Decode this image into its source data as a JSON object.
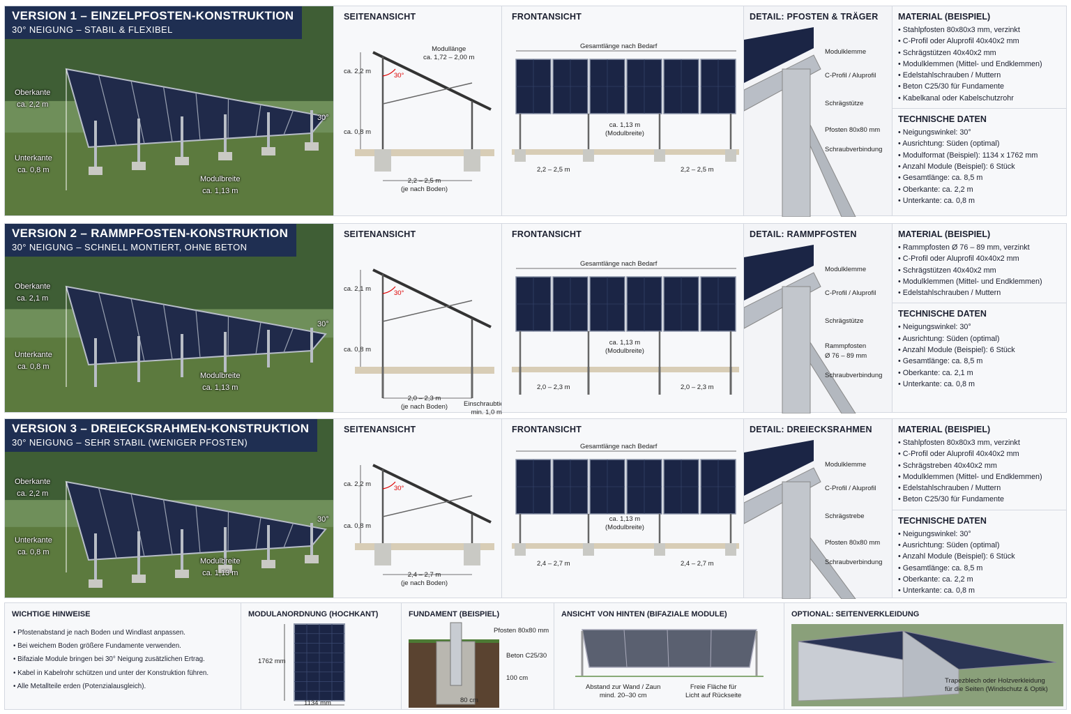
{
  "versions": [
    {
      "title": "VERSION 1 – EINZELPFOSTEN-KONSTRUKTION",
      "subtitle": "30° NEIGUNG – STABIL & FLEXIBEL",
      "photo_labels": {
        "oberkante": "Oberkante",
        "oberkante_val": "ca. 2,2 m",
        "unterkante": "Unterkante",
        "unterkante_val": "ca. 0,8 m",
        "modulbreite": "Modulbreite",
        "modulbreite_val": "ca. 1,13 m",
        "angle": "30°"
      },
      "side": {
        "title": "SEITENANSICHT",
        "height_top": "ca. 2,2 m",
        "height_bottom": "ca. 0,8 m",
        "angle": "30°",
        "module_length_label": "Modullänge",
        "module_length_val": "ca. 1,72 – 2,00 m",
        "span": "2,2 – 2,5 m",
        "span_note": "(je nach Boden)"
      },
      "front": {
        "title": "FRONTANSICHT",
        "total": "Gesamtlänge nach Bedarf",
        "module_width": "ca. 1,13 m",
        "module_width_note": "(Modulbreite)",
        "span_left": "2,2 – 2,5 m",
        "span_right": "2,2 – 2,5 m"
      },
      "detail": {
        "title": "DETAIL: PFOSTEN & TRÄGER",
        "labels": [
          "Modulklemme",
          "C-Profil / Aluprofil",
          "Schrägstütze",
          "Pfosten 80x80 mm",
          "Schraubverbindung"
        ]
      },
      "material": {
        "title": "MATERIAL (BEISPIEL)",
        "items": [
          "Stahlpfosten 80x80x3 mm, verzinkt",
          "C-Profil oder Aluprofil 40x40x2 mm",
          "Schrägstützen 40x40x2 mm",
          "Modulklemmen (Mittel- und Endklemmen)",
          "Edelstahlschrauben / Muttern",
          "Beton C25/30 für Fundamente",
          "Kabelkanal oder Kabelschutzrohr"
        ]
      },
      "tech": {
        "title": "TECHNISCHE DATEN",
        "items": [
          "Neigungswinkel: 30°",
          "Ausrichtung: Süden (optimal)",
          "Modulformat (Beispiel): 1134 x 1762 mm",
          "Anzahl Module (Beispiel): 6 Stück",
          "Gesamtlänge: ca. 8,5 m",
          "Oberkante: ca. 2,2 m",
          "Unterkante: ca. 0,8 m"
        ]
      }
    },
    {
      "title": "VERSION 2 – RAMMPFOSTEN-KONSTRUKTION",
      "subtitle": "30° NEIGUNG – SCHNELL MONTIERT, OHNE BETON",
      "photo_labels": {
        "oberkante": "Oberkante",
        "oberkante_val": "ca. 2,1 m",
        "unterkante": "Unterkante",
        "unterkante_val": "ca. 0,8 m",
        "modulbreite": "Modulbreite",
        "modulbreite_val": "ca. 1,13 m",
        "angle": "30°"
      },
      "side": {
        "title": "SEITENANSICHT",
        "height_top": "ca. 2,1 m",
        "height_bottom": "ca. 0,8 m",
        "angle": "30°",
        "span": "2,0 – 2,3 m",
        "span_note": "(je nach Boden)",
        "depth_label": "Einschraubtiefe",
        "depth_val": "min. 1,0 m"
      },
      "front": {
        "title": "FRONTANSICHT",
        "total": "Gesamtlänge nach Bedarf",
        "module_width": "ca. 1,13 m",
        "module_width_note": "(Modulbreite)",
        "span_left": "2,0 – 2,3 m",
        "span_right": "2,0 – 2,3 m"
      },
      "detail": {
        "title": "DETAIL: RAMMPFOSTEN",
        "labels": [
          "Modulklemme",
          "C-Profil / Aluprofil",
          "Schrägstütze",
          "Rammpfosten",
          "Ø 76 – 89 mm",
          "Schraubverbindung"
        ]
      },
      "material": {
        "title": "MATERIAL (BEISPIEL)",
        "items": [
          "Rammpfosten Ø 76 – 89 mm, verzinkt",
          "C-Profil oder Aluprofil 40x40x2 mm",
          "Schrägstützen 40x40x2 mm",
          "Modulklemmen (Mittel- und Endklemmen)",
          "Edelstahlschrauben / Muttern"
        ]
      },
      "tech": {
        "title": "TECHNISCHE DATEN",
        "items": [
          "Neigungswinkel: 30°",
          "Ausrichtung: Süden (optimal)",
          "Anzahl Module (Beispiel): 6 Stück",
          "Gesamtlänge: ca. 8,5 m",
          "Oberkante: ca. 2,1 m",
          "Unterkante: ca. 0,8 m"
        ]
      }
    },
    {
      "title": "VERSION 3 – DREIECKSRAHMEN-KONSTRUKTION",
      "subtitle": "30° NEIGUNG – SEHR STABIL (WENIGER PFOSTEN)",
      "photo_labels": {
        "oberkante": "Oberkante",
        "oberkante_val": "ca. 2,2 m",
        "unterkante": "Unterkante",
        "unterkante_val": "ca. 0,8 m",
        "modulbreite": "Modulbreite",
        "modulbreite_val": "ca. 1,13 m",
        "angle": "30°"
      },
      "side": {
        "title": "SEITENANSICHT",
        "height_top": "ca. 2,2 m",
        "height_bottom": "ca. 0,8 m",
        "angle": "30°",
        "span": "2,4 – 2,7 m",
        "span_note": "(je nach Boden)"
      },
      "front": {
        "title": "FRONTANSICHT",
        "total": "Gesamtlänge nach Bedarf",
        "module_width": "ca. 1,13 m",
        "module_width_note": "(Modulbreite)",
        "span_left": "2,4 – 2,7 m",
        "span_right": "2,4 – 2,7 m"
      },
      "detail": {
        "title": "DETAIL: DREIECKSRAHMEN",
        "labels": [
          "Modulklemme",
          "C-Profil / Aluprofil",
          "Schrägstrebe",
          "Pfosten 80x80 mm",
          "Schraubverbindung"
        ]
      },
      "material": {
        "title": "MATERIAL (BEISPIEL)",
        "items": [
          "Stahlpfosten 80x80x3 mm, verzinkt",
          "C-Profil oder Aluprofil 40x40x2 mm",
          "Schrägstreben 40x40x2 mm",
          "Modulklemmen (Mittel- und Endklemmen)",
          "Edelstahlschrauben / Muttern",
          "Beton C25/30 für Fundamente"
        ]
      },
      "tech": {
        "title": "TECHNISCHE DATEN",
        "items": [
          "Neigungswinkel: 30°",
          "Ausrichtung: Süden (optimal)",
          "Anzahl Module (Beispiel): 6 Stück",
          "Gesamtlänge: ca. 8,5 m",
          "Oberkante: ca. 2,2 m",
          "Unterkante: ca. 0,8 m"
        ]
      }
    }
  ],
  "bottom": {
    "notes": {
      "title": "WICHTIGE HINWEISE",
      "items": [
        "Pfostenabstand je nach Boden und Windlast anpassen.",
        "Bei weichem Boden größere Fundamente verwenden.",
        "Bifaziale Module bringen bei 30° Neigung zusätzlichen Ertrag.",
        "Kabel in Kabelrohr schützen und unter der Konstruktion führen.",
        "Alle Metallteile erden (Potenzialausgleich)."
      ]
    },
    "module": {
      "title": "MODULANORDNUNG (HOCHKANT)",
      "height": "1762 mm",
      "width": "1134 mm"
    },
    "foundation": {
      "title": "FUNDAMENT (BEISPIEL)",
      "post": "Pfosten 80x80 mm",
      "concrete": "Beton C25/30",
      "depth": "100 cm",
      "width": "80 cm"
    },
    "rear": {
      "title": "ANSICHT VON HINTEN (BIFAZIALE MODULE)",
      "left_note": "Abstand zur Wand / Zaun",
      "left_note2": "mind. 20–30 cm",
      "right_note": "Freie Fläche für",
      "right_note2": "Licht auf Rückseite"
    },
    "cladding": {
      "title": "OPTIONAL: SEITENVERKLEIDUNG",
      "note": "Trapezblech oder Holzverkleidung",
      "note2": "für die Seiten (Windschutz & Optik)"
    }
  }
}
